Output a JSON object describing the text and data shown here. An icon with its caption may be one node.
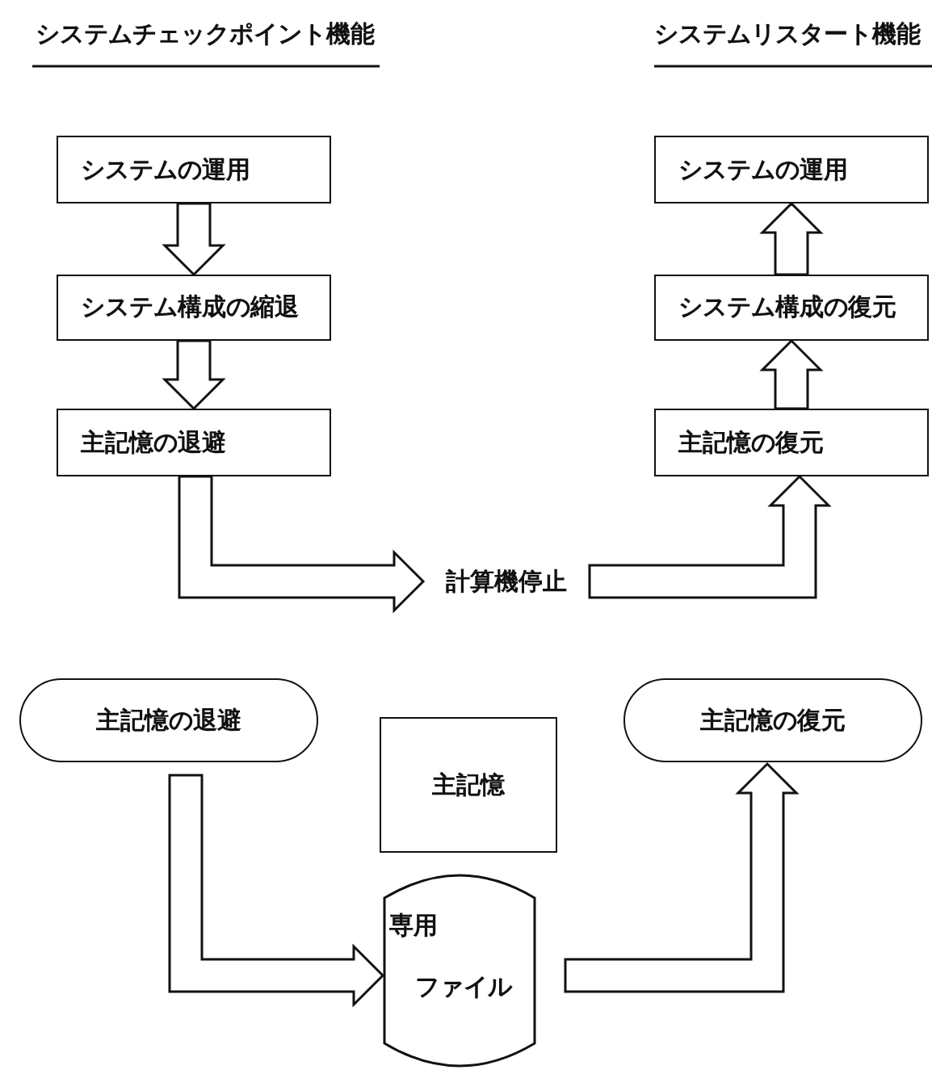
{
  "diagram": {
    "nodes": [
      {
        "text": [
          "システムの運用"
        ]
      },
      {
        "text": [
          "システム構成の縮退"
        ]
      },
      {
        "text": [
          "主記憶の退避"
        ]
      },
      {
        "text": [
          "計算機停止"
        ]
      },
      {
        "text": [
          "主記憶の復元"
        ]
      },
      {
        "text": [
          "システム構成の復元"
        ]
      },
      {
        "text": [
          "システムの運用"
        ]
      },
      {
        "text": [
          "主記憶の退避"
        ]
      },
      {
        "text": [
          "主記憶"
        ]
      },
      {
        "text": [
          "専用",
          "ファイル"
        ]
      },
      {
        "text": [
          "主記憶の復元"
        ]
      }
    ],
    "edges": [
      {
        "from": 0,
        "to": 1,
        "arrow": "to"
      },
      {
        "from": 1,
        "to": 2,
        "arrow": "to"
      },
      {
        "from": 2,
        "to": 3,
        "arrow": "to"
      },
      {
        "from": 3,
        "to": 4,
        "arrow": "to"
      },
      {
        "from": 4,
        "to": 5,
        "arrow": "to"
      },
      {
        "from": 5,
        "to": 6,
        "arrow": "to"
      },
      {
        "from": 7,
        "to": 9,
        "arrow": "to"
      },
      {
        "from": 9,
        "to": 10,
        "arrow": "to"
      }
    ],
    "labels": [
      "システムチェックポイント機能",
      "システムリスタート機能"
    ]
  }
}
